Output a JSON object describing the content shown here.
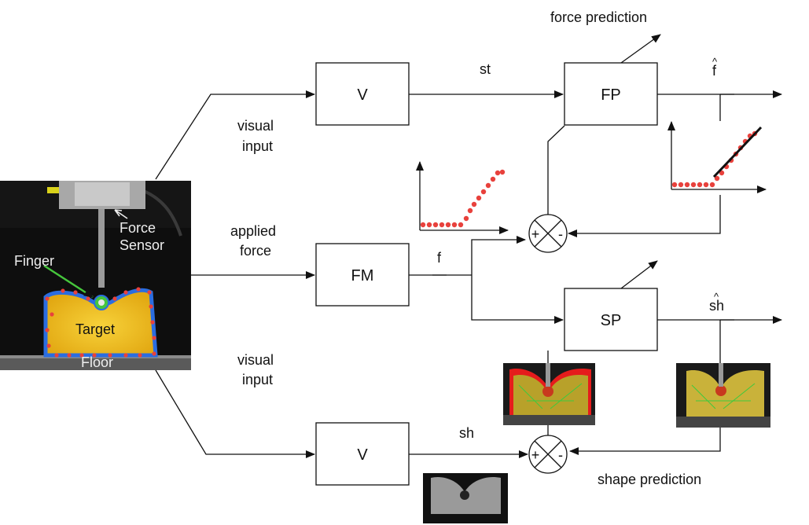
{
  "blocks": {
    "v_top": "V",
    "fp": "FP",
    "fm": "FM",
    "sp": "SP",
    "v_bottom": "V"
  },
  "signals": {
    "st": "st",
    "f_hat": "f",
    "f_hat_mark": "^",
    "f": "f",
    "sh_hat": "sh",
    "sh_hat_mark": "^",
    "sh": "sh"
  },
  "labels": {
    "force_prediction": "force prediction",
    "shape_prediction": "shape prediction",
    "visual_input_top_1": "visual",
    "visual_input_top_2": "input",
    "applied_force_1": "applied",
    "applied_force_2": "force",
    "visual_input_bottom_1": "visual",
    "visual_input_bottom_2": "input"
  },
  "photo": {
    "force_sensor_1": "Force",
    "force_sensor_2": "Sensor",
    "finger": "Finger",
    "target": "Target",
    "floor": "Floor"
  },
  "summing_junctions": {
    "plus": "+",
    "minus": "-"
  },
  "colors": {
    "dots": "#e8413c",
    "foam": "#f2c21b",
    "contour": "#2b6de0",
    "finger_ring": "#46c63c",
    "photo_bg": "#0e0e0e"
  }
}
